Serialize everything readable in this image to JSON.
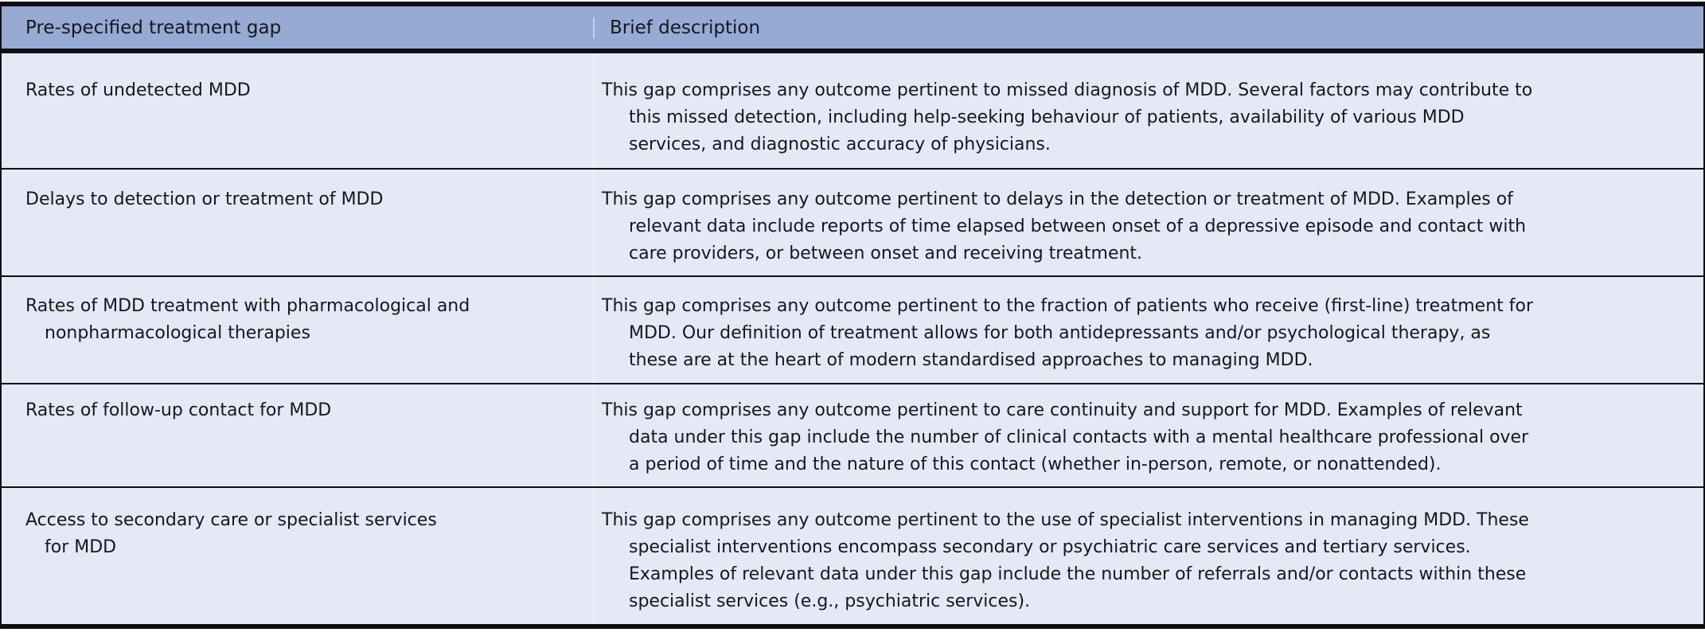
{
  "table": {
    "columns": [
      {
        "label": "Pre-specified treatment gap"
      },
      {
        "label": "Brief description"
      }
    ],
    "rows": [
      {
        "gap": "Rates of undetected MDD",
        "description": "This gap comprises any outcome pertinent to missed diagnosis of MDD. Several factors may contribute to\nthis missed detection, including help-seeking behaviour of patients, availability of various MDD\nservices, and diagnostic accuracy of physicians."
      },
      {
        "gap": "Delays to detection or treatment of MDD",
        "description": "This gap comprises any outcome pertinent to delays in the detection or treatment of MDD. Examples of\nrelevant data include reports of time elapsed between onset of a depressive episode and contact with\ncare providers, or between onset and receiving treatment."
      },
      {
        "gap": "Rates of MDD treatment with pharmacological and\nnonpharmacological therapies",
        "description": "This gap comprises any outcome pertinent to the fraction of patients who receive (first-line) treatment for\nMDD. Our definition of treatment allows for both antidepressants and/or psychological therapy, as\nthese are at the heart of modern standardised approaches to managing MDD."
      },
      {
        "gap": "Rates of follow-up contact for MDD",
        "description": "This gap comprises any outcome pertinent to care continuity and support for MDD. Examples of relevant\ndata under this gap include the number of clinical contacts with a mental healthcare professional over\na period of time and the nature of this contact (whether in-person, remote, or nonattended)."
      },
      {
        "gap": "Access to secondary care or specialist services\nfor MDD",
        "description": "This gap comprises any outcome pertinent to the use of specialist interventions in managing MDD. These\nspecialist interventions encompass secondary or psychiatric care services and tertiary services.\nExamples of relevant data under this gap include the number of referrals and/or contacts within these\nspecialist services (e.g., psychiatric services)."
      }
    ]
  },
  "colors": {
    "header_bg": "#96aad3",
    "row_bg": "#e4e9f5",
    "rule": "#0e0e14",
    "text": "#17171d"
  }
}
